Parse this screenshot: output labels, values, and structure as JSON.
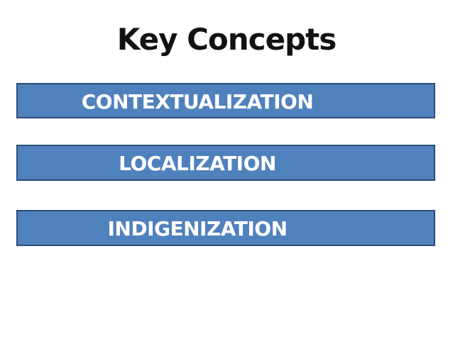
{
  "slide": {
    "title": "Key Concepts"
  },
  "boxes": [
    {
      "label": "CONTEXTUALIZATION"
    },
    {
      "label": "LOCALIZATION"
    },
    {
      "label": "INDIGENIZATION"
    }
  ],
  "colors": {
    "background": "#ffffff",
    "box_fill": "#4f81bd",
    "box_border": "#2e4d79",
    "box_text": "#ffffff",
    "title_text": "#121212"
  }
}
